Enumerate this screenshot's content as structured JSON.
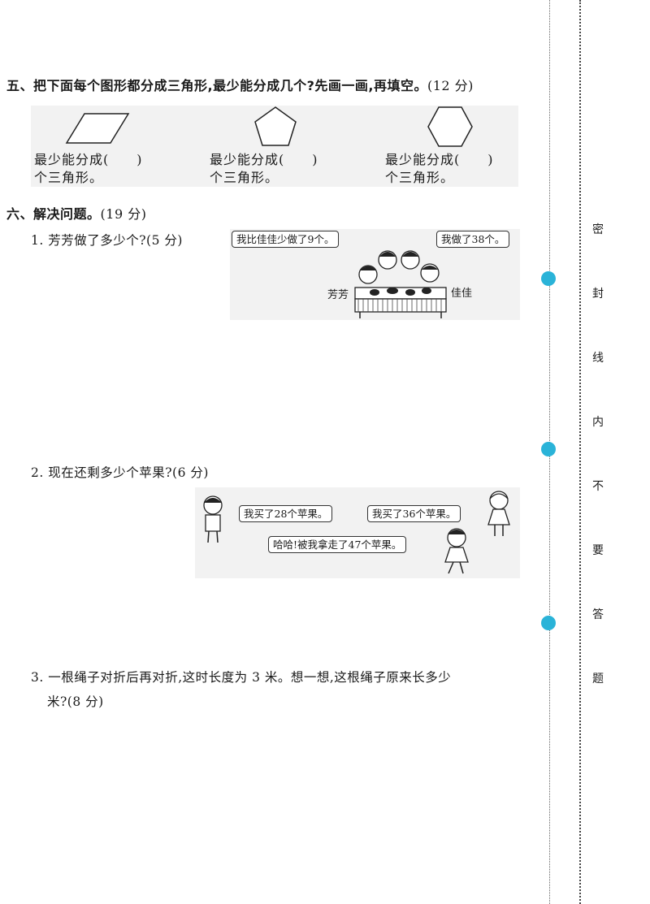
{
  "section5": {
    "heading": "五、把下面每个图形都分成三角形,最少能分成几个?先画一画,再填空。",
    "points": "(12 分)",
    "items": [
      {
        "line1": "最少能分成(　　)",
        "line2": "个三角形。",
        "icon": "parallelogram-icon"
      },
      {
        "line1": "最少能分成(　　)",
        "line2": "个三角形。",
        "icon": "pentagon-icon"
      },
      {
        "line1": "最少能分成(　　)",
        "line2": "个三角形。",
        "icon": "hexagon-icon"
      }
    ]
  },
  "section6": {
    "heading": "六、解决问题。",
    "points": "(19 分)",
    "q1": {
      "text": "1. 芳芳做了多少个?(5 分)",
      "bubble_left": "我比佳佳少做了9个。",
      "bubble_right": "我做了38个。",
      "name_left": "芳芳",
      "name_right": "佳佳"
    },
    "q2": {
      "text": "2. 现在还剩多少个苹果?(6 分)",
      "bubble1": "我买了28个苹果。",
      "bubble2": "我买了36个苹果。",
      "bubble3": "哈哈!被我拿走了47个苹果。"
    },
    "q3": {
      "line1": "3. 一根绳子对折后再对折,这时长度为 3 米。想一想,这根绳子原来长多少",
      "line2": "米?(8 分)"
    }
  },
  "sidebar": {
    "chars": [
      "密",
      "封",
      "线",
      "内",
      "不",
      "要",
      "答",
      "题"
    ],
    "badge_color": "#2ab3d8"
  }
}
